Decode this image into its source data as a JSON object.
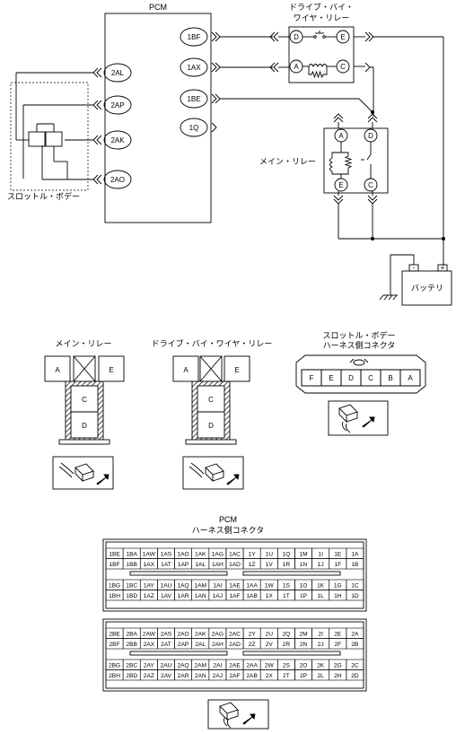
{
  "wiring": {
    "pcm_title": "PCM",
    "pcm_pins_right": [
      "1BF",
      "1AX",
      "1BE",
      "1Q"
    ],
    "pcm_pins_left": [
      "2AL",
      "2AP",
      "2AK",
      "2AO"
    ],
    "drive_relay_title_1": "ドライブ・バイ・",
    "drive_relay_title_2": "ワイヤ・リレー",
    "drive_relay_terminals": [
      "D",
      "E",
      "A",
      "C"
    ],
    "main_relay_title": "メイン・リレー",
    "main_relay_terminals": [
      "A",
      "D",
      "E",
      "C"
    ],
    "throttle_body_label": "スロットル・ボデー",
    "battery_label": "バッテリ",
    "battery_minus": "-",
    "battery_plus": "+"
  },
  "connectors": {
    "main_relay_title": "メイン・リレー",
    "drive_relay_title": "ドライブ・バイ・ワイヤ・リレー",
    "relay_pins": [
      "A",
      "E",
      "C",
      "D"
    ],
    "throttle_title_1": "スロットル・ボデー",
    "throttle_title_2": "ハーネス側コネクタ",
    "throttle_pins": [
      "F",
      "E",
      "D",
      "C",
      "B",
      "A"
    ]
  },
  "pcm_connector": {
    "title_1": "PCM",
    "title_2": "ハーネス側コネクタ",
    "block1": {
      "row1": [
        "1BE",
        "1BA",
        "1AW",
        "1AS",
        "1AO",
        "1AK",
        "1AG",
        "1AC",
        "1Y",
        "1U",
        "1Q",
        "1M",
        "1I",
        "1E",
        "1A"
      ],
      "row2": [
        "1BF",
        "1BB",
        "1AX",
        "1AT",
        "1AP",
        "1AL",
        "1AH",
        "1AD",
        "1Z",
        "1V",
        "1R",
        "1N",
        "1J",
        "1F",
        "1B"
      ],
      "row3": [
        "1BG",
        "1BC",
        "1AY",
        "1AU",
        "1AQ",
        "1AM",
        "1AI",
        "1AE",
        "1AA",
        "1W",
        "1S",
        "1O",
        "1K",
        "1G",
        "1C"
      ],
      "row4": [
        "1BH",
        "1BD",
        "1AZ",
        "1AV",
        "1AR",
        "1AN",
        "1AJ",
        "1AF",
        "1AB",
        "1X",
        "1T",
        "1P",
        "1L",
        "1H",
        "1D"
      ]
    },
    "block2": {
      "row1": [
        "2BE",
        "2BA",
        "2AW",
        "2AS",
        "2AO",
        "2AK",
        "2AG",
        "2AC",
        "2Y",
        "2U",
        "2Q",
        "2M",
        "2I",
        "2E",
        "2A"
      ],
      "row2": [
        "2BF",
        "2BB",
        "2AX",
        "2AT",
        "2AP",
        "2AL",
        "2AH",
        "2AD",
        "2Z",
        "2V",
        "2R",
        "2N",
        "2J",
        "2F",
        "2B"
      ],
      "row3": [
        "2BG",
        "2BC",
        "2AY",
        "2AU",
        "2AQ",
        "2AM",
        "2AI",
        "2AE",
        "2AA",
        "2W",
        "2S",
        "2O",
        "2K",
        "2G",
        "2C"
      ],
      "row4": [
        "2BH",
        "2BD",
        "2AZ",
        "2AV",
        "2AR",
        "2AN",
        "2AJ",
        "2AF",
        "2AB",
        "2X",
        "2T",
        "2P",
        "2L",
        "2H",
        "2D"
      ]
    }
  }
}
